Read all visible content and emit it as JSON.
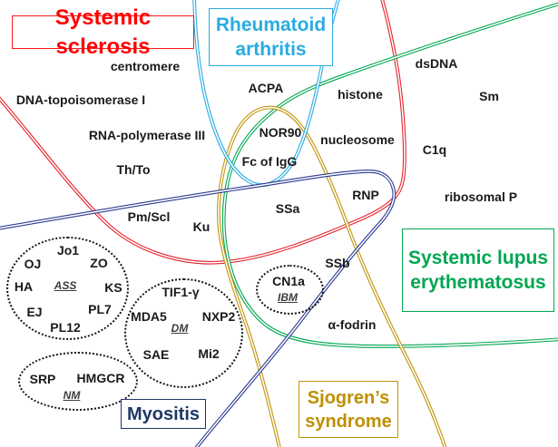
{
  "title": "Autoantibody overlap diagram",
  "palette": {
    "ssc_red": "#e5232b",
    "ra_cyan": "#29abe2",
    "sle_green": "#00a651",
    "sjogren_gold": "#c2930a",
    "myositis_navy": "#2b3990",
    "text_black": "#1a1a1a"
  },
  "diseases": {
    "ssc": {
      "label": "Systemic sclerosis",
      "color": "#ff0000"
    },
    "ra": {
      "label": "Rheumatoid arthritis",
      "color": "#29abe2"
    },
    "sle": {
      "label": "Systemic lupus erythematosus",
      "color": "#00a651"
    },
    "sjogren": {
      "label": "Sjogren’s syndrome",
      "color": "#bf8f00"
    },
    "myositis": {
      "label": "Myositis",
      "color": "#1f3864"
    }
  },
  "antigens": {
    "centromere": "centromere",
    "dna_topoisomerase": "DNA-topoisomerase I",
    "rna_polymerase": "RNA-polymerase III",
    "th_to": "Th/To",
    "pm_scl": "Pm/Scl",
    "ku": "Ku",
    "acpa": "ACPA",
    "nor90": "NOR90",
    "fc_of_igg": "Fc of IgG",
    "ssa": "SSa",
    "ssb": "SSb",
    "histone": "histone",
    "nucleosome": "nucleosome",
    "dsdna": "dsDNA",
    "sm": "Sm",
    "c1q": "C1q",
    "rnp": "RNP",
    "ribosomal_p": "ribosomal P",
    "alpha_fodrin": "α-fodrin",
    "jo1": "Jo1",
    "oj": "OJ",
    "zo": "ZO",
    "ha": "HA",
    "ks": "KS",
    "ej": "EJ",
    "pl7": "PL7",
    "pl12": "PL12",
    "tif1_gamma": "TIF1-γ",
    "mda5": "MDA5",
    "nxp2": "NXP2",
    "sae": "SAE",
    "mi2": "Mi2",
    "srp": "SRP",
    "hmgcr": "HMGCR",
    "cn1a": "CN1a"
  },
  "myositis_subsets": {
    "ass": "ASS",
    "dm": "DM",
    "nm": "NM",
    "ibm": "IBM"
  }
}
